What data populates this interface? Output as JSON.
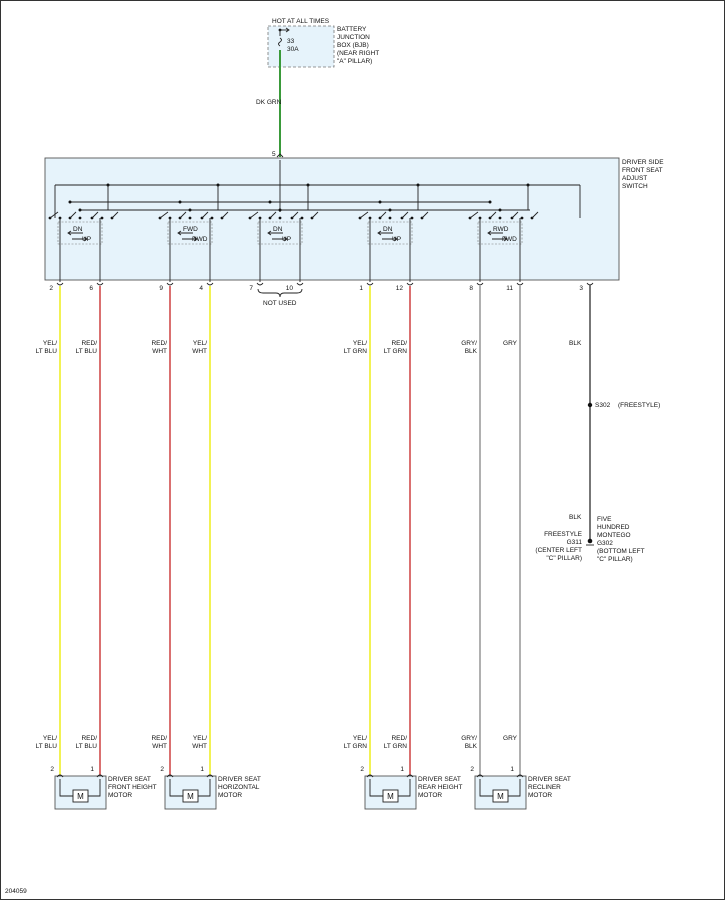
{
  "power": {
    "hot_label": "HOT AT ALL TIMES",
    "fuse_number": "33",
    "fuse_rating": "30A",
    "bjb_lines": [
      "BATTERY",
      "JUNCTION",
      "BOX (BJB)",
      "(NEAR RIGHT",
      "\"A\" PILLAR)"
    ],
    "feed_wire": "DK GRN",
    "feed_pin": "5"
  },
  "switch": {
    "title_lines": [
      "DRIVER SIDE",
      "FRONT SEAT",
      "ADJUST",
      "SWITCH"
    ],
    "sections": [
      {
        "left": "DN",
        "right": "UP"
      },
      {
        "left": "FWD",
        "right": "RWD"
      },
      {
        "left": "DN",
        "right": "UP"
      },
      {
        "left": "DN",
        "right": "UP"
      },
      {
        "left": "RWD",
        "right": "FWD"
      }
    ],
    "pins": [
      "2",
      "6",
      "9",
      "4",
      "7",
      "10",
      "1",
      "12",
      "8",
      "11",
      "3"
    ],
    "not_used": "NOT USED"
  },
  "wires": {
    "colors": [
      {
        "top": "YEL/",
        "bottom": "LT BLU"
      },
      {
        "top": "RED/",
        "bottom": "LT BLU"
      },
      {
        "top": "RED/",
        "bottom": "WHT"
      },
      {
        "top": "YEL/",
        "bottom": "WHT"
      },
      {
        "top": "YEL/",
        "bottom": "LT GRN"
      },
      {
        "top": "RED/",
        "bottom": "LT GRN"
      },
      {
        "top": "GRY/",
        "bottom": "BLK"
      },
      {
        "top": "GRY",
        "bottom": ""
      }
    ],
    "stroke_colors": [
      "#f0f040",
      "#d66060",
      "#d66060",
      "#f0f040",
      "#f0f040",
      "#d66060",
      "#a8a8a8",
      "#a8a8a8"
    ],
    "ground_wire": "BLK"
  },
  "ground": {
    "splice_label": "S302",
    "splice_note": "(FREESTYLE)",
    "ground_wire_lower": "BLK",
    "left_lines": [
      "FREESTYLE",
      "G311",
      "(CENTER LEFT",
      "\"C\" PILLAR)"
    ],
    "right_lines": [
      "FIVE",
      "HUNDRED",
      "MONTEGO",
      "G302",
      "(BOTTOM LEFT",
      "\"C\" PILLAR)"
    ]
  },
  "motors": [
    {
      "pin_left": "2",
      "pin_right": "1",
      "symbol": "M",
      "lines": [
        "DRIVER SEAT",
        "FRONT HEIGHT",
        "MOTOR"
      ]
    },
    {
      "pin_left": "2",
      "pin_right": "1",
      "symbol": "M",
      "lines": [
        "DRIVER SEAT",
        "HORIZONTAL",
        "MOTOR"
      ]
    },
    {
      "pin_left": "2",
      "pin_right": "1",
      "symbol": "M",
      "lines": [
        "DRIVER SEAT",
        "REAR HEIGHT",
        "MOTOR"
      ]
    },
    {
      "pin_left": "2",
      "pin_right": "1",
      "symbol": "M",
      "lines": [
        "DRIVER SEAT",
        "RECLINER",
        "MOTOR"
      ]
    }
  ],
  "figure_id": "204059",
  "colors": {
    "feed": "#3a9a3a",
    "box_fill": "#e6f3fb",
    "ground": "#555555"
  }
}
